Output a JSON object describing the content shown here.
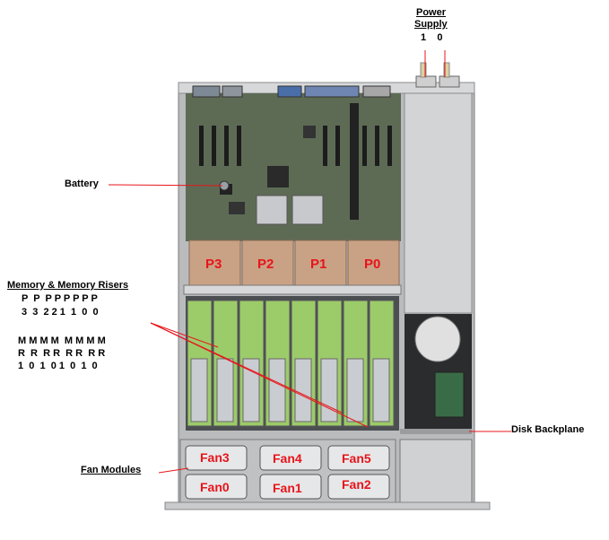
{
  "labels": {
    "power_supply_line1": "Power",
    "power_supply_line2": "Supply",
    "ps_numbers": "1    0",
    "battery": "Battery",
    "memory_title": "Memory & Memory Risers",
    "memory_p_row": "P  P  P P P P P P",
    "memory_num_row": "3  3  2 2 1  1  0  0",
    "memory_m_row": "M M M M  M M M M",
    "memory_r_row": "R  R  R R  R R  R R",
    "memory_bit_row": "1  0  1  0 1  0  1  0",
    "disk_backplane": "Disk Backplane",
    "fan_modules": "Fan Modules"
  },
  "processors": [
    "P3",
    "P2",
    "P1",
    "P0"
  ],
  "fans_top": [
    "Fan3",
    "Fan4",
    "Fan5"
  ],
  "fans_bottom": [
    "Fan0",
    "Fan1",
    "Fan2"
  ],
  "colors": {
    "callout": "#e8141b",
    "chassis": "#b9bbbd",
    "board": "#5d6b55",
    "riser_green": "#9ccb6a",
    "heatsink": "#c9a285"
  }
}
